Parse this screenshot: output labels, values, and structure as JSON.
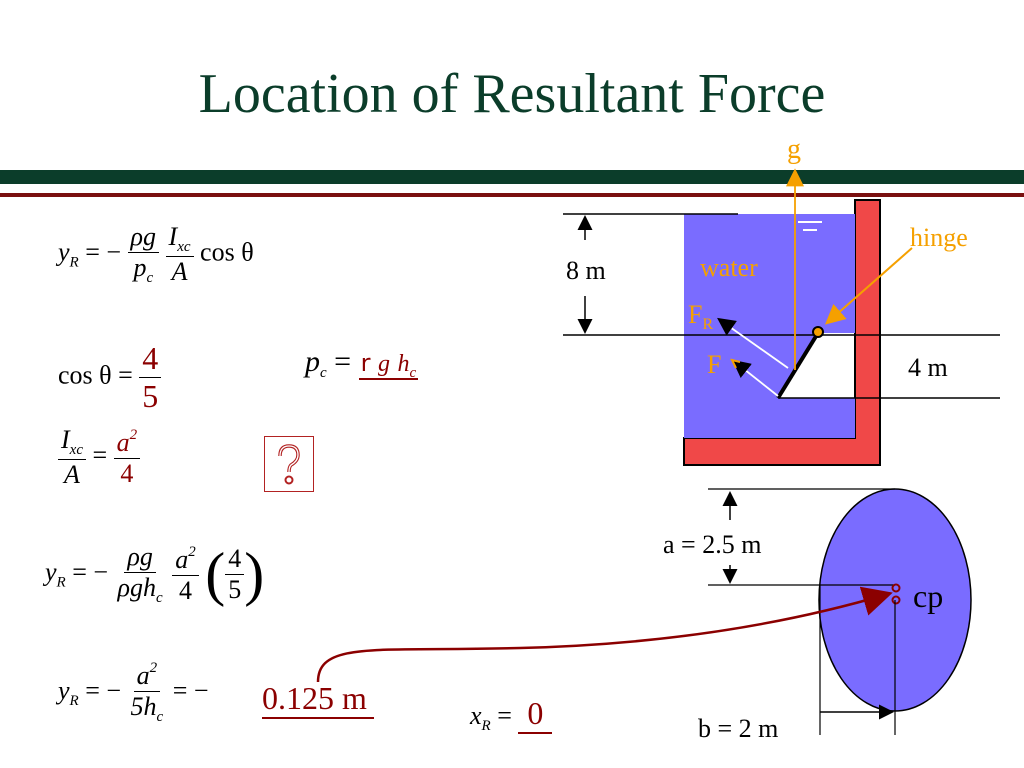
{
  "slide": {
    "title": "Location of Resultant Force"
  },
  "equations": {
    "yr1": {
      "y": "y",
      "y_sub": "R",
      "eq": "= −",
      "num1": "ρg",
      "den1": "p",
      "den1_sub": "c",
      "num2": "I",
      "num2_sub": "xc",
      "den2": "A",
      "cos": "cos θ"
    },
    "cos": {
      "lhs": "cos θ =",
      "num": "4",
      "den": "5"
    },
    "pc": {
      "p": "p",
      "p_sub": "c",
      "eq": "=",
      "r": "r",
      "g": "g",
      "h": "h",
      "h_sub": "c"
    },
    "ixc": {
      "I": "I",
      "I_sub": "xc",
      "den": "A",
      "eq": "=",
      "num": "a",
      "num_sup": "2",
      "den2": "4"
    },
    "yr2": {
      "y": "y",
      "y_sub": "R",
      "eq": "= −",
      "num1": "ρg",
      "den1": "ρgh",
      "den1_sub": "c",
      "num2": "a",
      "num2_sup": "2",
      "den2": "4",
      "num3": "4",
      "den3": "5"
    },
    "yr3": {
      "y": "y",
      "y_sub": "R",
      "eq": "= −",
      "num": "a",
      "num_sup": "2",
      "den": "5h",
      "den_sub": "c",
      "eq2": "= −",
      "answer": "0.125 m"
    },
    "xr": {
      "x": "x",
      "x_sub": "R",
      "eq": "=",
      "answer": "0"
    }
  },
  "help_icon": "question-icon",
  "diagram": {
    "g_label": "g",
    "hinge_label": "hinge",
    "water_label": "water",
    "depth_label": "8 m",
    "fr_label": "F",
    "fr_sub": "R",
    "f_label": "F",
    "length_label": "4 m",
    "a_label": "a = 2.5 m",
    "cp_label": "cp",
    "b_label": "b = 2 m"
  },
  "colors": {
    "title": "#0b3d2a",
    "water": "#7a6cff",
    "tank": "#f04848",
    "annotation": "#f5a000",
    "answer": "#8b0000"
  }
}
